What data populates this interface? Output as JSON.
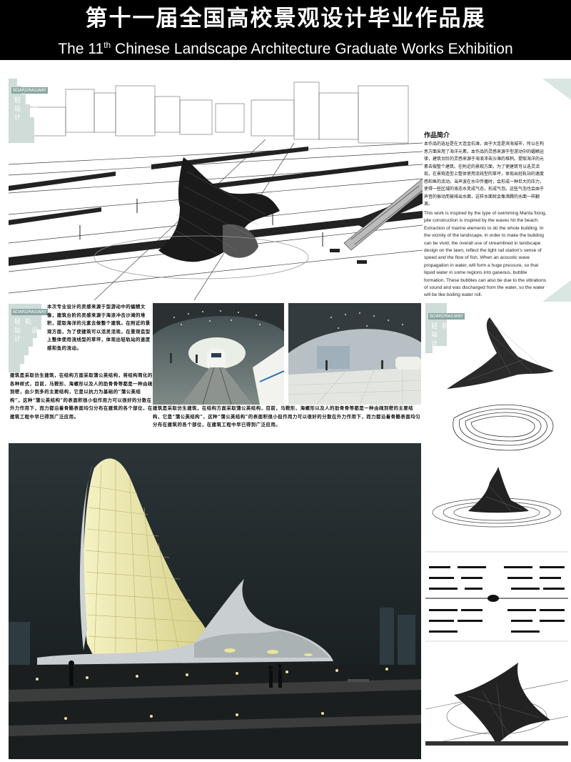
{
  "banner": {
    "title_cn": "第十一届全国高校景观设计毕业作品展",
    "title_en_pre": "The 11",
    "title_en_sup": "th",
    "title_en_post": " Chinese Landscape Architecture Graduate Works Exhibition"
  },
  "section_marks": {
    "small_label": "BOARDRAILWAY",
    "tag_label": "轻轨站 设计"
  },
  "intro": {
    "title": "作品简介",
    "text_cn": "本作品的选址是在大连金石滩，由于大连是滨海城市，所以在构思方面采用了海洋元素。本作品的灵感来源于型游动中的蝠鲼运律，建筑台阶的灵感来源于海浪冲击沙滩的堆积。提取海洋的元素去做整个建筑。在附近的景观方面，为了使建筑可以迭灵活现，在景观造型上整体使用流线型的草坪，体现出轻轨站的速度感和鱼的流动。当声波在水中传播时，会形成一种巨大的压力，使得一些区域的液态水变成气态，形成气泡。这些气泡也会由于声音的振动而被排出水面，这样水面就会像沸腾的水面一样翻滚。",
    "text_en": "This work is inspired by the type of swimming Manta fixing, pile construction is inspired by the waves hit the beach. Extraction of marine elements to do the whole building. In the vicinity of the landscape, in order to make the building can be vivid, the overall use of streamlined in landscape design on the lawn, reflect the light rail station's sense of speed and the flow of fish. When an acoustic wave propagation in water, will form a huge pressure, so that liquid water in some regions into gaseous, bubble formation. These bubbles can also be due to the vibrations of sound and was discharged from the water, so the water will be like boiling water roll."
  },
  "body": {
    "para1": "本次专业设计的灵感来源于型游动中的蝠鲼文像，建筑台阶的灵感来源于海浪冲击沙滩的堆积，提取海洋的元素去做整个建筑。在附近的景观方面，为了使建筑可以活灵活现，在景观造型上整体使用流线型的草坪，体现出轻轨站的速度感和鱼的流动。",
    "para2": "建筑是采取仿生建筑，在结构方面采取蒲公英结构，将结构简化的各种样式，目前，马鞍形、海螺形以及人的肋骨骨等都是一种由疏到密，由少到多的主要结构，它是以抗力为基础的“蒲公英结构”，这种“蒲公英结构”的表面积很小但作用力可以很好的分散在外力作用下，而力都沿着骨骼表面均匀分布在建筑的各个部位，在建筑工程中早已得到广泛应用。",
    "para3": "建筑是采取仿生建筑，在结构方面采取蒲公英结构，目前，马鞍形、海螺形以及人的肋骨骨等都是一种由疏到密的主要结构，它是“蒲公英结构”，这种“蒲公英结构”的表面积很小但作用力可以很好的分散在外力作用下，而力都沿着骨骼表面均匀分布在建筑的各个部位，在建筑工程中早已得到广泛应用。"
  },
  "colors": {
    "banner_bg": "#000000",
    "section_tag": "#cfdcd8",
    "night_sky": "#1f2628",
    "glow": "#e8e6a8"
  }
}
